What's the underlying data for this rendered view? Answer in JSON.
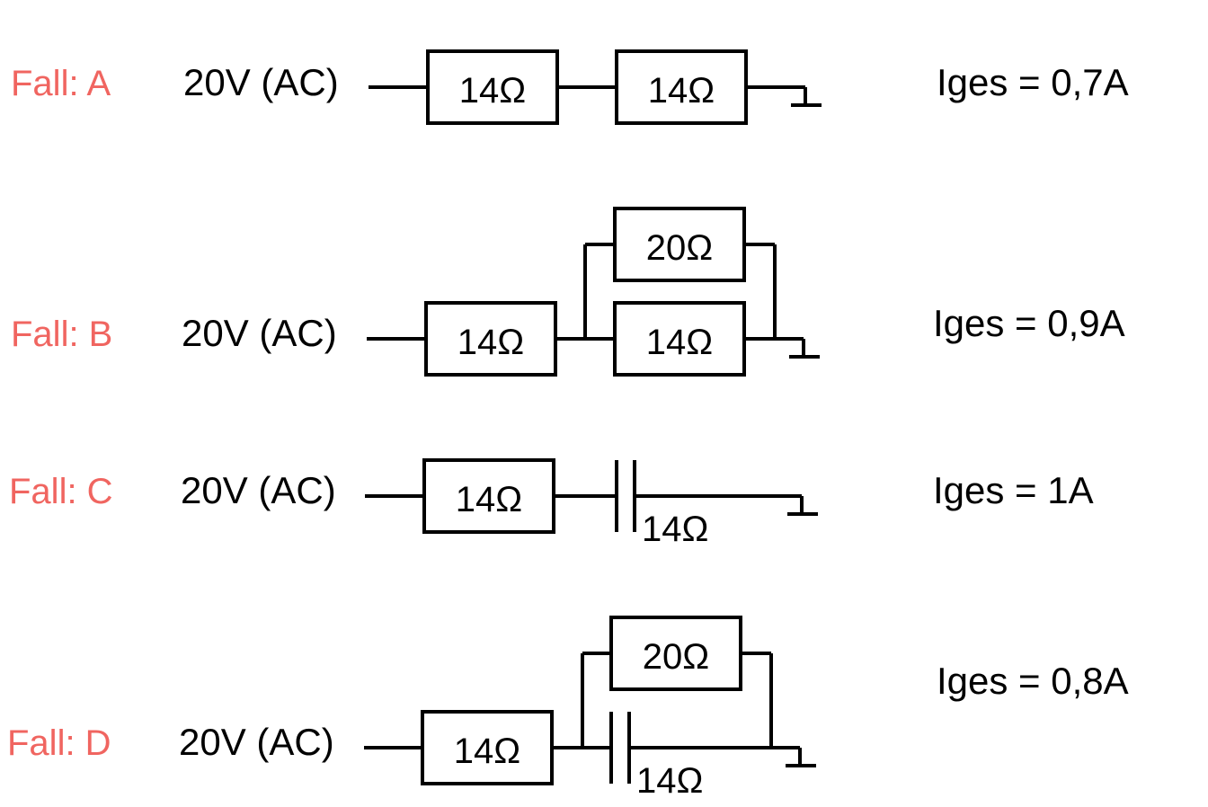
{
  "colors": {
    "case_label": "#f06560",
    "line": "#000000"
  },
  "cases": [
    {
      "label": "Fall: A",
      "source": "20V (AC)",
      "components": {
        "r1": "14Ω",
        "r2": "14Ω"
      },
      "current": "Iges = 0,7A"
    },
    {
      "label": "Fall: B",
      "source": "20V (AC)",
      "components": {
        "r1": "14Ω",
        "r_parallel_top": "20Ω",
        "r_parallel_bottom": "14Ω"
      },
      "current": "Iges = 0,9A"
    },
    {
      "label": "Fall: C",
      "source": "20V (AC)",
      "components": {
        "r1": "14Ω",
        "capacitor": "14Ω"
      },
      "current": "Iges = 1A"
    },
    {
      "label": "Fall: D",
      "source": "20V (AC)",
      "components": {
        "r1": "14Ω",
        "r_parallel_top": "20Ω",
        "capacitor": "14Ω"
      },
      "current": "Iges = 0,8A"
    }
  ]
}
